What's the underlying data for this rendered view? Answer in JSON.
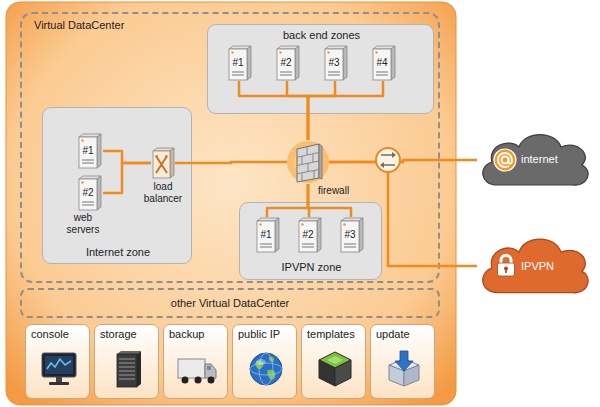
{
  "diagram": {
    "nodes": [
      {
        "text": [
          "Virtual DataCenter"
        ]
      },
      {
        "text": [
          "back end zones"
        ],
        "in": 0
      },
      {
        "text": [
          "#1"
        ],
        "in": 1
      },
      {
        "text": [
          "#2"
        ],
        "in": 1
      },
      {
        "text": [
          "#3"
        ],
        "in": 1
      },
      {
        "text": [
          "#4"
        ],
        "in": 1
      },
      {
        "text": [
          "Internet zone"
        ],
        "in": 0
      },
      {
        "text": [
          "#1"
        ],
        "in": 6
      },
      {
        "text": [
          "#2"
        ],
        "in": 6
      },
      {
        "text": [
          "load balancer"
        ],
        "in": 6
      },
      {
        "text": [
          "firewall"
        ],
        "in": 0
      },
      {
        "text": [
          "IPVPN zone"
        ],
        "in": 0
      },
      {
        "text": [
          "#1"
        ],
        "in": 11
      },
      {
        "text": [
          "#2"
        ],
        "in": 11
      },
      {
        "text": [
          "#3"
        ],
        "in": 11
      },
      {
        "text": [
          "internet"
        ]
      },
      {
        "text": [
          "IPVPN"
        ]
      },
      {
        "text": [
          "other Virtual DataCenter"
        ]
      },
      {
        "text": [
          "console"
        ]
      },
      {
        "text": [
          "storage"
        ]
      },
      {
        "text": [
          "backup"
        ]
      },
      {
        "text": [
          "public IP"
        ]
      },
      {
        "text": [
          "templates"
        ]
      },
      {
        "text": [
          "update"
        ]
      }
    ],
    "edges": [
      {
        "from": 2,
        "to": 10,
        "arrow": "none"
      },
      {
        "from": 3,
        "to": 10,
        "arrow": "none"
      },
      {
        "from": 4,
        "to": 10,
        "arrow": "none"
      },
      {
        "from": 5,
        "to": 10,
        "arrow": "none"
      },
      {
        "from": 7,
        "to": 9,
        "arrow": "none"
      },
      {
        "from": 8,
        "to": 9,
        "arrow": "none"
      },
      {
        "from": 9,
        "to": 10,
        "arrow": "none"
      },
      {
        "from": 12,
        "to": 10,
        "arrow": "none"
      },
      {
        "from": 13,
        "to": 10,
        "arrow": "none"
      },
      {
        "from": 14,
        "to": 10,
        "arrow": "none"
      },
      {
        "from": 10,
        "to": 15,
        "arrow": "none"
      },
      {
        "from": 10,
        "to": 16,
        "arrow": "none"
      }
    ],
    "labels": [
      "web servers"
    ]
  }
}
